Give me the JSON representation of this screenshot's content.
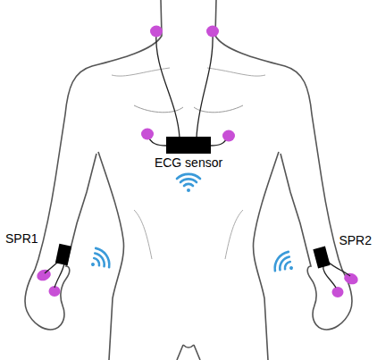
{
  "diagram": {
    "labels": [
      "ECG sensor",
      "SPR1",
      "SPR2"
    ]
  }
}
